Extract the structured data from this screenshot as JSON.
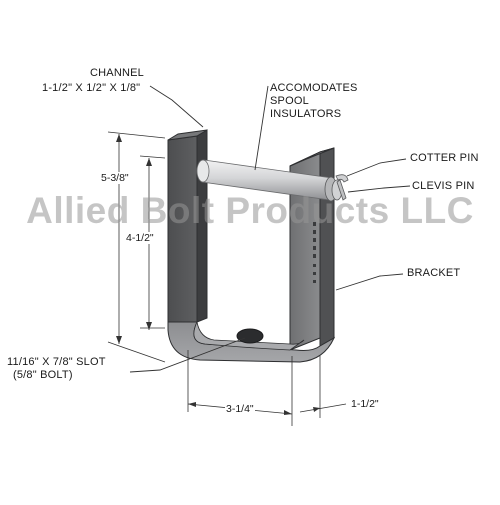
{
  "labels": {
    "channel_line1": "CHANNEL",
    "channel_line2": "1-1/2\" X 1/2\" X 1/8\"",
    "accom_line1": "ACCOMODATES",
    "accom_line2": "SPOOL",
    "accom_line3": "INSULATORS",
    "cotter_pin": "COTTER PIN",
    "clevis_pin": "CLEVIS PIN",
    "bracket": "BRACKET",
    "slot_line1": "11/16\" X 7/8\" SLOT",
    "slot_line2": "(5/8\" BOLT)"
  },
  "dimensions": {
    "height_total": "5-3/8\"",
    "height_inner": "4-1/2\"",
    "width": "3-1/4\"",
    "depth": "1-1/2\""
  },
  "watermark": "Allied Bolt Products LLC",
  "colors": {
    "metal_dark": "#4a4b4d",
    "metal_mid": "#6e6f71",
    "metal_light": "#9c9da0",
    "pin": "#c9cacc",
    "line": "#333333"
  }
}
